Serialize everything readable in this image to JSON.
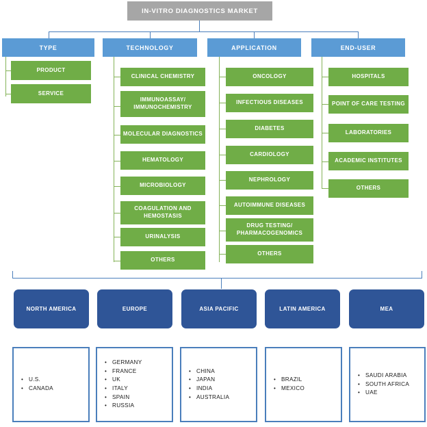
{
  "diagram": {
    "title": "IN-VITRO DIAGNOSTICS MARKET",
    "colors": {
      "root": "#a6a6a6",
      "category": "#5b9bd5",
      "leaf": "#70ad47",
      "region": "#2f5597",
      "connector": "#4a7ebb",
      "green_connector": "#84b258",
      "country_border": "#4a7ebb"
    }
  },
  "categories": [
    {
      "label": "TYPE",
      "items": [
        {
          "label": "PRODUCT"
        },
        {
          "label": "SERVICE"
        }
      ]
    },
    {
      "label": "TECHNOLOGY",
      "items": [
        {
          "label": "CLINICAL CHEMISTRY"
        },
        {
          "label": "IMMUNOASSAY/ IMMUNOCHEMISTRY"
        },
        {
          "label": "MOLECULAR DIAGNOSTICS"
        },
        {
          "label": "HEMATOLOGY"
        },
        {
          "label": "MICROBIOLOGY"
        },
        {
          "label": "COAGULATION AND HEMOSTASIS"
        },
        {
          "label": "URINALYSIS"
        },
        {
          "label": "OTHERS"
        }
      ]
    },
    {
      "label": "APPLICATION",
      "items": [
        {
          "label": "ONCOLOGY"
        },
        {
          "label": "INFECTIOUS DISEASES"
        },
        {
          "label": "DIABETES"
        },
        {
          "label": "CARDIOLOGY"
        },
        {
          "label": "NEPHROLOGY"
        },
        {
          "label": "AUTOIMMUNE DISEASES"
        },
        {
          "label": "DRUG TESTING/ PHARMACOGENOMICS"
        },
        {
          "label": "OTHERS"
        }
      ]
    },
    {
      "label": "END-USER",
      "items": [
        {
          "label": "HOSPITALS"
        },
        {
          "label": "POINT OF CARE TESTING"
        },
        {
          "label": "LABORATORIES"
        },
        {
          "label": "ACADEMIC INSTITUTES"
        },
        {
          "label": "OTHERS"
        }
      ]
    }
  ],
  "regions": [
    {
      "label": "NORTH AMERICA",
      "countries": [
        "U.S.",
        "CANADA"
      ]
    },
    {
      "label": "EUROPE",
      "countries": [
        "GERMANY",
        "FRANCE",
        "UK",
        "ITALY",
        "SPAIN",
        "RUSSIA"
      ]
    },
    {
      "label": "ASIA PACIFIC",
      "countries": [
        "CHINA",
        "JAPAN",
        "INDIA",
        "AUSTRALIA"
      ]
    },
    {
      "label": "LATIN AMERICA",
      "countries": [
        "BRAZIL",
        "MEXICO"
      ]
    },
    {
      "label": "MEA",
      "countries": [
        "SAUDI ARABIA",
        "SOUTH AFRICA",
        "UAE"
      ]
    }
  ]
}
